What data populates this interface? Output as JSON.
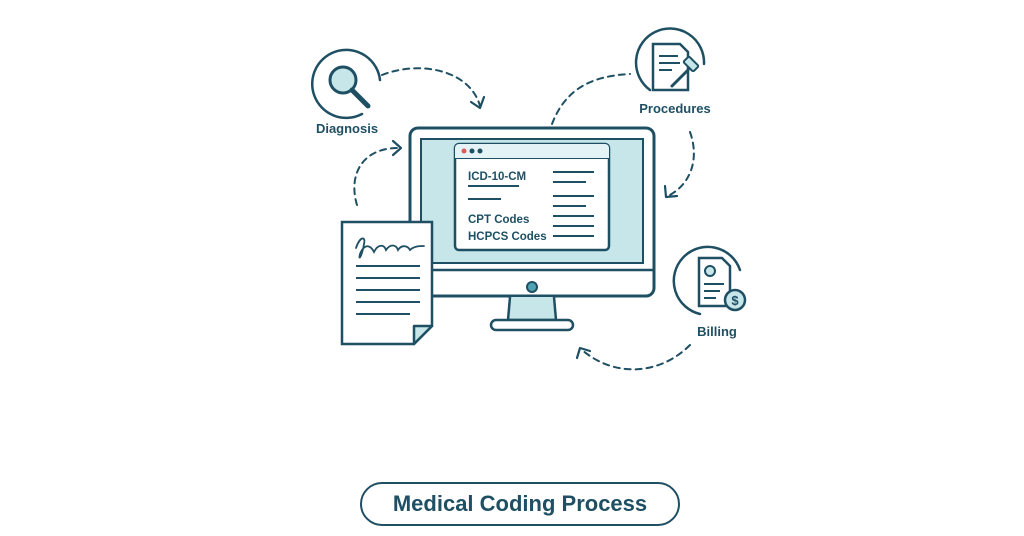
{
  "diagram": {
    "nodes": {
      "diagnosis": {
        "label": "Diagnosis",
        "icon": "magnifying-glass-icon"
      },
      "procedures": {
        "label": "Procedures",
        "icon": "document-hammer-icon"
      },
      "billing": {
        "label": "Billing",
        "icon": "invoice-dollar-icon"
      },
      "record": {
        "icon": "signed-document-icon"
      }
    },
    "screen": {
      "code1": "ICD-10-CM",
      "code2": "CPT Codes",
      "code3": "HCPCS Codes"
    },
    "title": "Medical Coding Process"
  },
  "colors": {
    "stroke": "#1f4f63",
    "screen_fill": "#c6e6ea",
    "accent": "#4fa3b3",
    "window_dot_red": "#e05a5a"
  }
}
